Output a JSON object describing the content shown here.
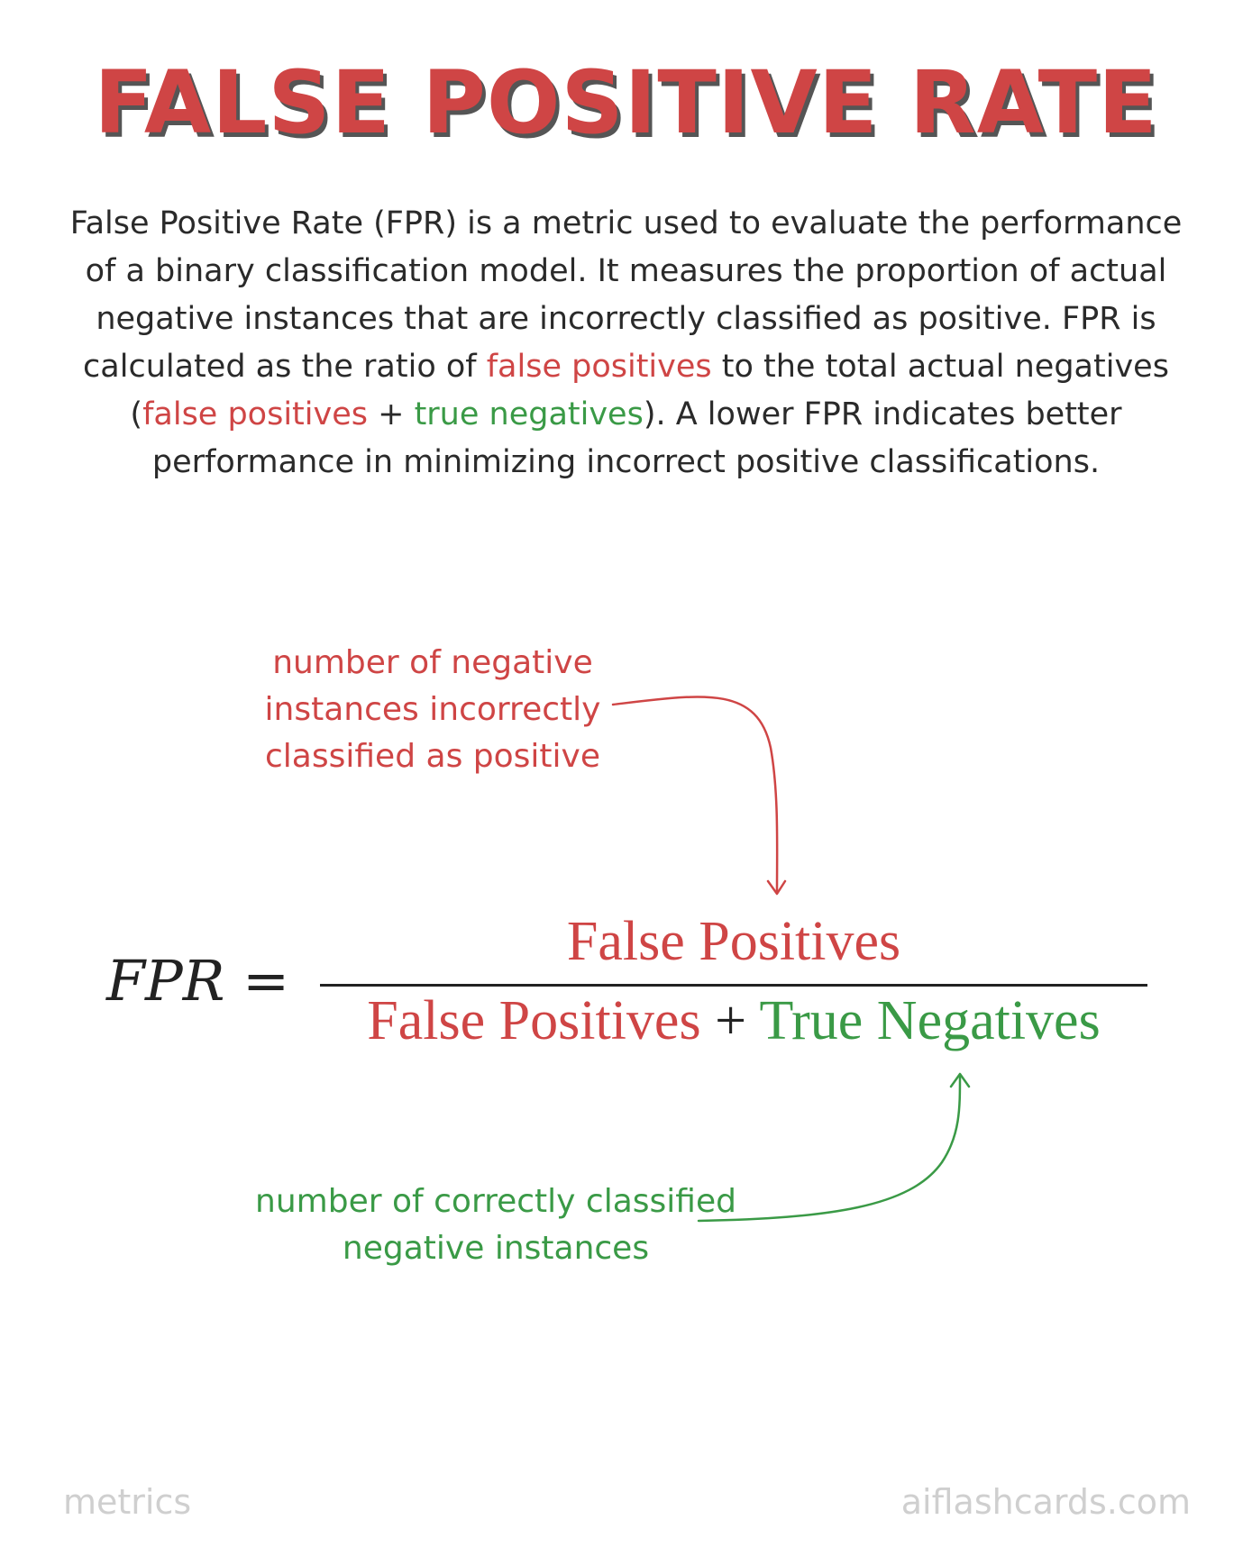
{
  "title": "FALSE POSITIVE RATE",
  "description": {
    "part1": "False Positive Rate (FPR) is a metric used to evaluate the performance of a binary classification model. It measures the proportion of actual negative instances that are incorrectly classified as positive. FPR is calculated as the ratio of ",
    "highlight1": "false positives",
    "part2": " to the total actual negatives (",
    "highlight2": "false positives",
    "part3": " + ",
    "highlight3": "true negatives",
    "part4": "). A lower FPR indicates better performance in minimizing incorrect positive classifications."
  },
  "annotations": {
    "top": "number of negative instances incorrectly classified as positive",
    "bottom": "number of correctly classified negative instances"
  },
  "formula": {
    "lhs_var": "FPR",
    "equals": "=",
    "numerator": "False Positives",
    "denominator_left": "False Positives",
    "denominator_op": "+",
    "denominator_right": "True Negatives"
  },
  "footer": {
    "left": "metrics",
    "right": "aiflashcards.com"
  },
  "colors": {
    "accent_red": "#cf4545",
    "accent_green": "#3a9a46",
    "text": "#222222",
    "footer": "#cfcfcf"
  }
}
